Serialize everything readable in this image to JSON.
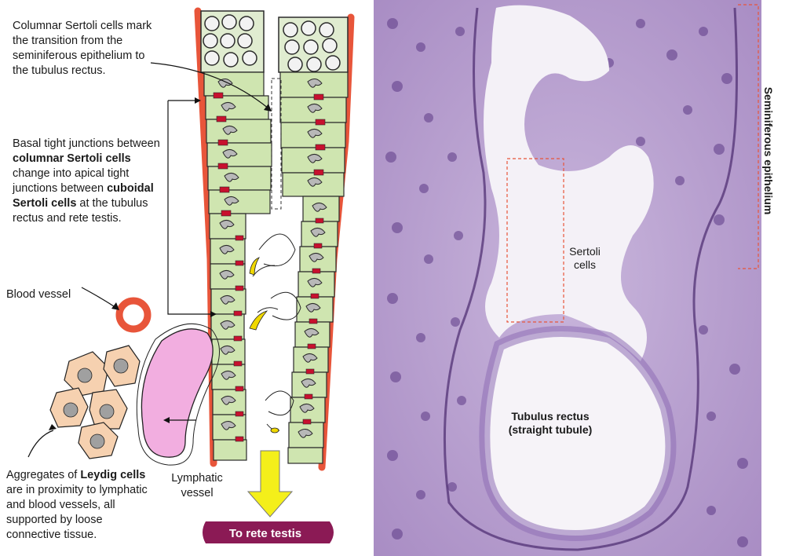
{
  "annotations": {
    "columnar": "Columnar Sertoli cells mark the transition from the seminiferous epithelium to the tubulus rectus.",
    "junctions": {
      "p1": "Basal tight junctions between ",
      "b1": "columnar Sertoli cells",
      "p2": " change into apical tight junctions between ",
      "b2": "cuboidal Sertoli cells",
      "p3": " at the tubulus rectus and rete testis."
    },
    "blood_vessel": "Blood vessel",
    "lymphatic": "Lymphatic vessel",
    "leydig": {
      "p1": "Aggregates of ",
      "b1": "Leydig cells",
      "p2": " are in proximity to lymphatic and blood vessels, all supported by loose connective tissue."
    }
  },
  "rete_label": "To rete testis",
  "micrograph": {
    "sertoli": "Sertoli cells",
    "tubulus_rectus": "Tubulus rectus (straight tubule)",
    "seminiferous": "Seminiferous epithelium"
  },
  "colors": {
    "epithelium_green": "#cfe5b0",
    "tubule_wall": "#e8553a",
    "tight_junction": "#c8102e",
    "lymphatic": "#f2aee0",
    "leydig": "#f6d1b0",
    "rete_banner": "#8b1a55",
    "arrow_yellow": "#f4ef1a",
    "tissue_purple": "#b9a3cf"
  }
}
